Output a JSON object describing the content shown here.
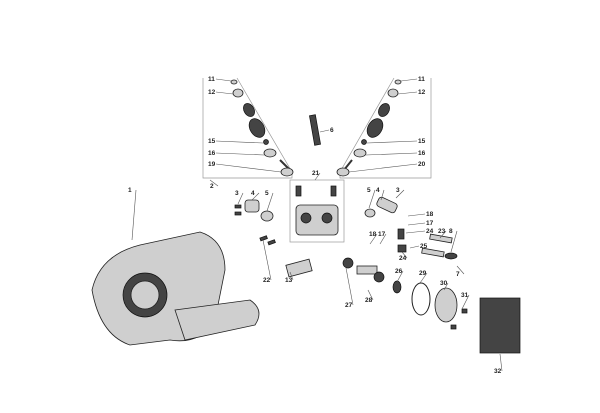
{
  "diagram": {
    "title": "Engine cylinder head exploded parts diagram",
    "callouts": [
      "1",
      "2",
      "3",
      "4",
      "5",
      "6",
      "11",
      "12",
      "15",
      "16",
      "19",
      "11",
      "12",
      "15",
      "16",
      "20",
      "21",
      "5",
      "4",
      "3",
      "18",
      "17",
      "24",
      "18",
      "17",
      "23",
      "8",
      "25",
      "24",
      "7",
      "22",
      "13",
      "27",
      "28",
      "26",
      "29",
      "30",
      "31",
      "32"
    ]
  }
}
